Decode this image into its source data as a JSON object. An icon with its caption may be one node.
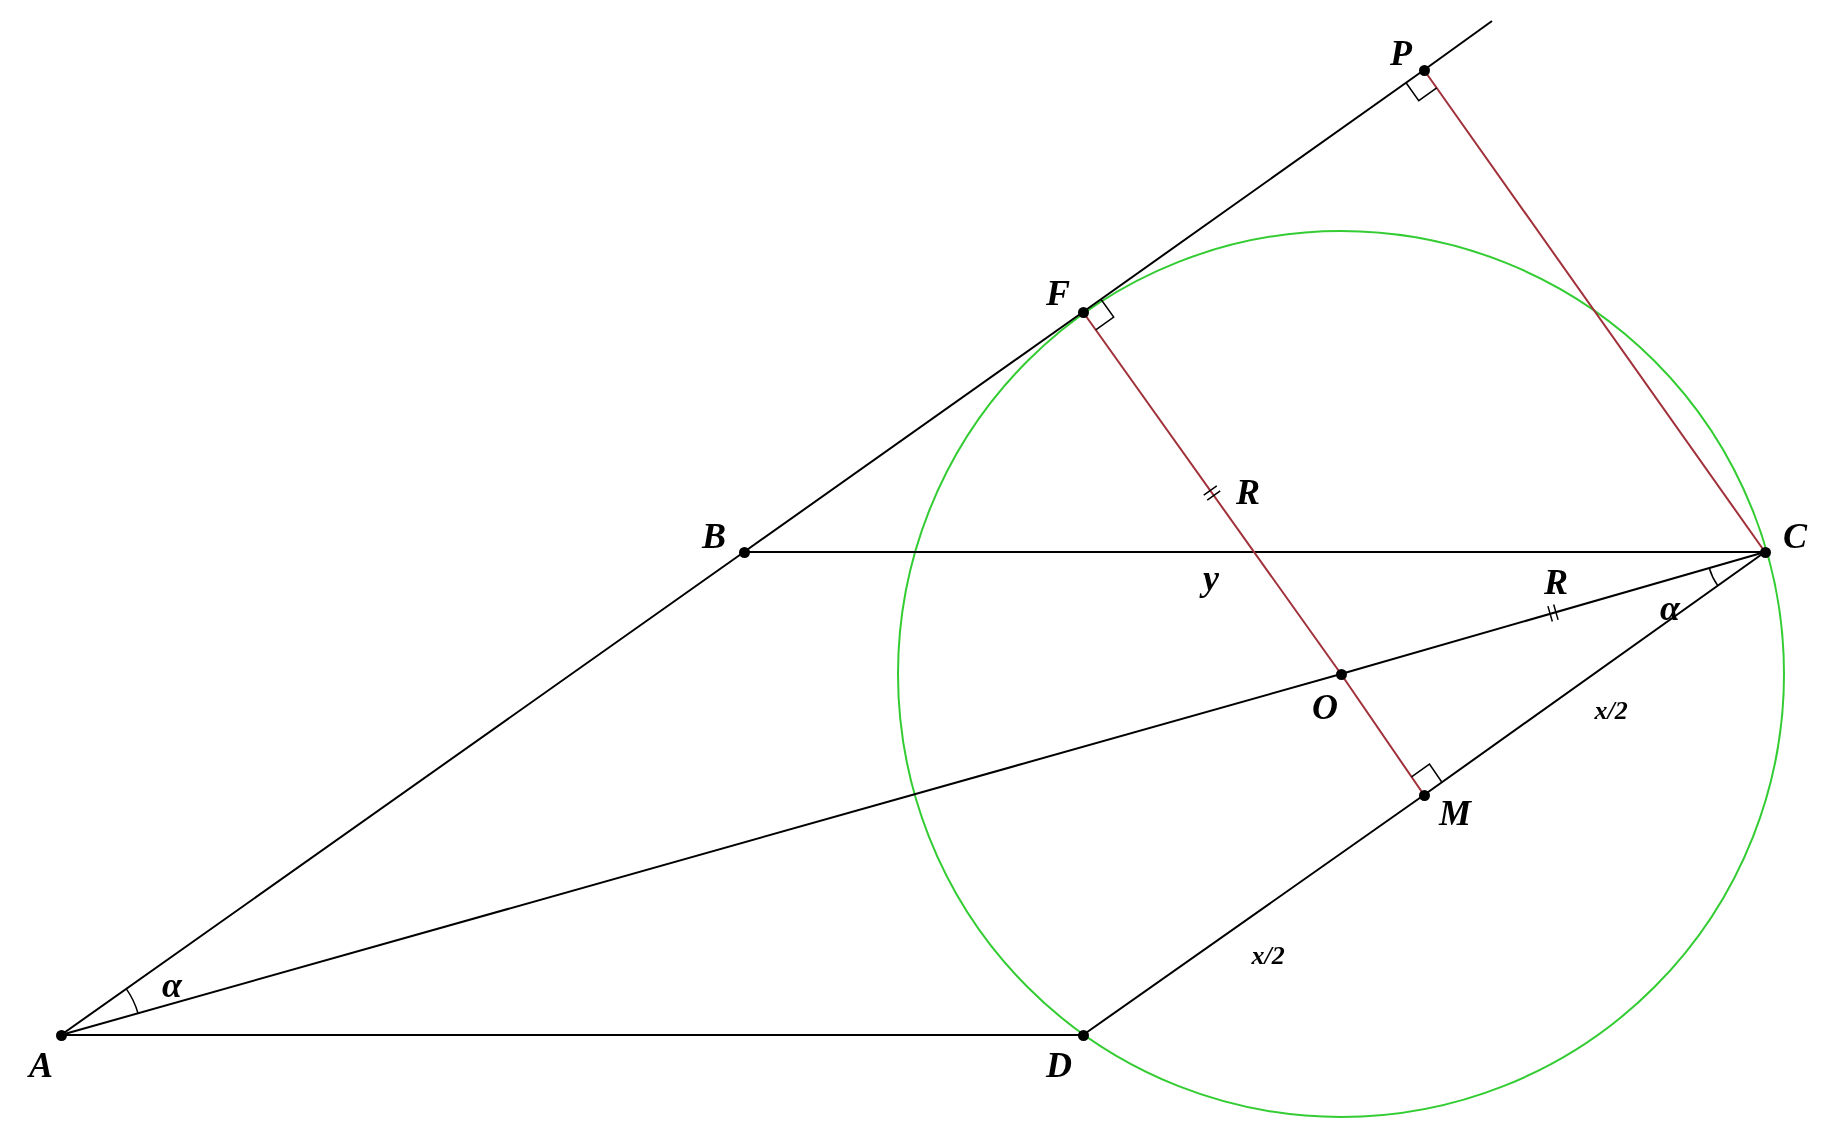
{
  "diagram": {
    "nodes": [
      {
        "text": [
          "P"
        ]
      },
      {
        "text": [
          "F"
        ]
      },
      {
        "text": [
          "B"
        ]
      },
      {
        "text": [
          "C"
        ]
      },
      {
        "text": [
          "O"
        ]
      },
      {
        "text": [
          "M"
        ]
      },
      {
        "text": [
          "A"
        ]
      },
      {
        "text": [
          "D"
        ]
      }
    ],
    "edges": [
      {
        "from": 6,
        "to": 2,
        "arrow": "none"
      },
      {
        "from": 2,
        "to": 1,
        "arrow": "none"
      },
      {
        "from": 1,
        "to": 0,
        "arrow": "none"
      },
      {
        "from": 0,
        "to": null,
        "arrow": "none"
      },
      {
        "from": 2,
        "to": 3,
        "arrow": "none"
      },
      {
        "from": 6,
        "to": 7,
        "arrow": "none"
      },
      {
        "from": 6,
        "to": 4,
        "arrow": "none"
      },
      {
        "from": 4,
        "to": 3,
        "arrow": "none",
        "label": "R"
      },
      {
        "from": 7,
        "to": 5,
        "arrow": "none",
        "label": "x/2"
      },
      {
        "from": 5,
        "to": 3,
        "arrow": "none",
        "label": "x/2"
      },
      {
        "from": 1,
        "to": 4,
        "arrow": "none",
        "label": "R",
        "color": "#a0303a"
      },
      {
        "from": 4,
        "to": 5,
        "arrow": "none",
        "color": "#a0303a"
      },
      {
        "from": 0,
        "to": 3,
        "arrow": "none",
        "color": "#a0303a"
      }
    ],
    "labels": [
      "y",
      "α",
      "α"
    ]
  }
}
